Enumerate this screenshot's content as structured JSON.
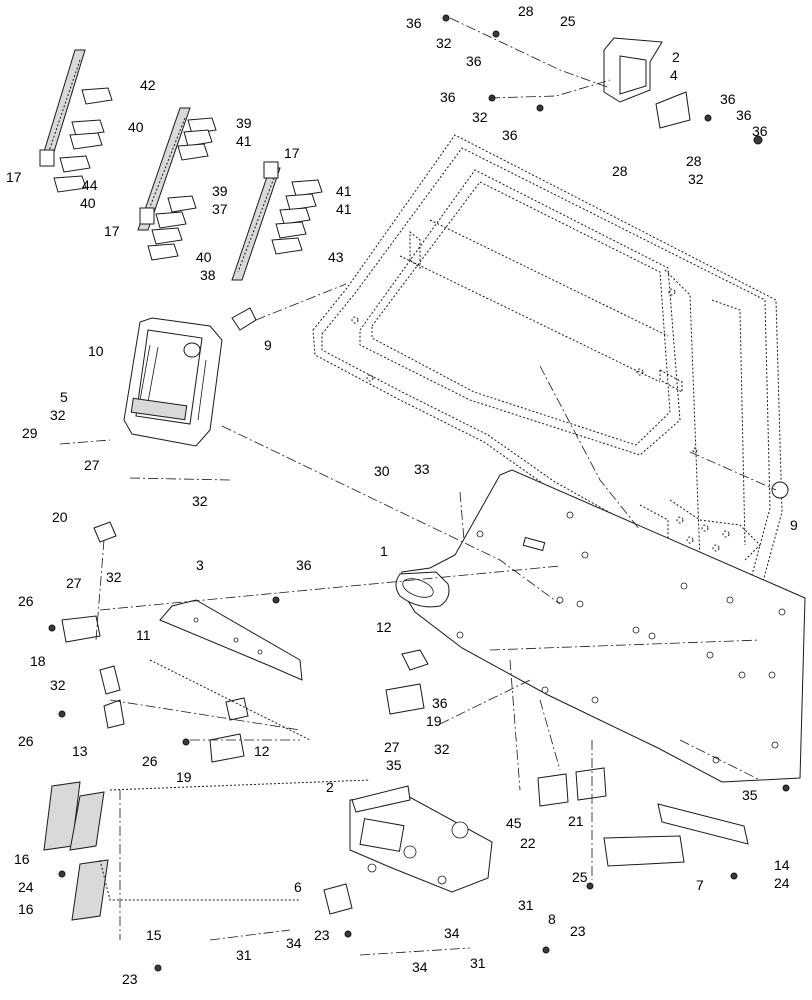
{
  "callouts": [
    "36",
    "32",
    "36",
    "28",
    "25",
    "2",
    "36",
    "32",
    "36",
    "4",
    "36",
    "36",
    "28",
    "36",
    "32",
    "28",
    "42",
    "40",
    "39",
    "41",
    "17",
    "17",
    "44",
    "40",
    "39",
    "37",
    "41",
    "41",
    "17",
    "40",
    "38",
    "43",
    "9",
    "10",
    "5",
    "32",
    "29",
    "27",
    "32",
    "9",
    "30",
    "33",
    "20",
    "1",
    "27",
    "32",
    "3",
    "36",
    "26",
    "18",
    "12",
    "11",
    "36",
    "19",
    "32",
    "26",
    "13",
    "12",
    "26",
    "19",
    "27",
    "32",
    "35",
    "2",
    "45",
    "21",
    "22",
    "35",
    "14",
    "16",
    "24",
    "6",
    "7",
    "25",
    "24",
    "16",
    "31",
    "8",
    "15",
    "34",
    "23",
    "34",
    "23",
    "23",
    "31",
    "34",
    "31"
  ],
  "colors": {
    "line": "#1a1a1a",
    "background": "#ffffff",
    "text": "#000000"
  }
}
